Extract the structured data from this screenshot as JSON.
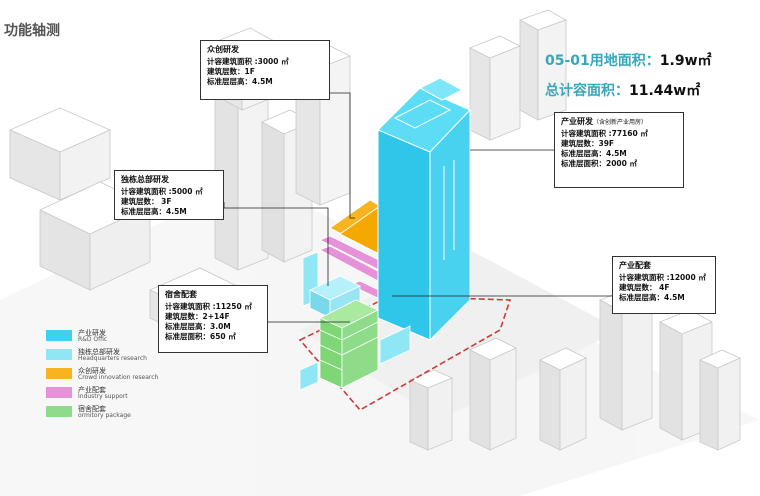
{
  "title": "功能轴测",
  "site_area": {
    "label": "05-01用地面积：",
    "value": "1.9w㎡"
  },
  "total_far_area": {
    "label": "总计容面积：",
    "value": "11.44w㎡"
  },
  "callouts": {
    "crowd": {
      "title": "众创研发",
      "rows": [
        "计容建筑面积 :3000 ㎡",
        "建筑层数：1F",
        "标准层层高：4.5M"
      ]
    },
    "hq": {
      "title": "独栋总部研发",
      "rows": [
        "计容建筑面积 :5000 ㎡",
        "建筑层数：  3F",
        "标准层层高：4.5M"
      ]
    },
    "rnd": {
      "title": "产业研发",
      "subtitle": "（含创新产业用房）",
      "rows": [
        "计容建筑面积 :77160 ㎡",
        "建筑层数：39F",
        "标准层层高：4.5M",
        "标准层面积：2000 ㎡"
      ]
    },
    "support": {
      "title": "产业配套",
      "rows": [
        "计容建筑面积 :12000 ㎡",
        "建筑层数：  4F",
        "标准层层高：4.5M"
      ]
    },
    "dorm": {
      "title": "宿舍配套",
      "rows": [
        "计容建筑面积 :11250 ㎡",
        "建筑层数：2+14F",
        "标准层层高：3.0M",
        "标准层面积：650 ㎡"
      ]
    }
  },
  "legend": [
    {
      "cn": "产业研发",
      "en": "R&D Offic",
      "color": "#3fd0f0"
    },
    {
      "cn": "独栋总部研发",
      "en": "Headquarters research",
      "color": "#8fe6f5"
    },
    {
      "cn": "众创研发",
      "en": "Crowd innovation research",
      "color": "#f7b320"
    },
    {
      "cn": "产业配套",
      "en": "Industry support",
      "color": "#e592d8"
    },
    {
      "cn": "宿舍配套",
      "en": "ormitory package",
      "color": "#8edc8a"
    }
  ],
  "colors": {
    "rnd": "#3fd0f0",
    "hq": "#8fe6f5",
    "crowd": "#f7b320",
    "support": "#e592d8",
    "dorm": "#8edc8a",
    "site_line": "#d23a3a",
    "headline": "#3aa6b9"
  }
}
